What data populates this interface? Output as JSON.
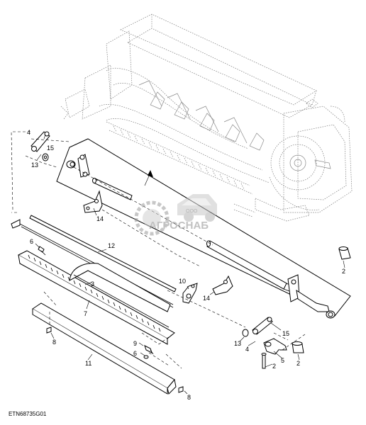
{
  "figure_id": "ETN68735G01",
  "watermark": {
    "small": "ООО",
    "brand": "АГРОСНАБ"
  },
  "callouts": [
    {
      "id": "c4a",
      "label": "4"
    },
    {
      "id": "c15a",
      "label": "15"
    },
    {
      "id": "c13a",
      "label": "13"
    },
    {
      "id": "c14a",
      "label": "14"
    },
    {
      "id": "c6a",
      "label": "6"
    },
    {
      "id": "c12",
      "label": "12"
    },
    {
      "id": "c3",
      "label": "3"
    },
    {
      "id": "c7",
      "label": "7"
    },
    {
      "id": "c8a",
      "label": "8"
    },
    {
      "id": "c11",
      "label": "11"
    },
    {
      "id": "c9",
      "label": "9"
    },
    {
      "id": "c6b",
      "label": "6"
    },
    {
      "id": "c8b",
      "label": "8"
    },
    {
      "id": "c10",
      "label": "10"
    },
    {
      "id": "c14b",
      "label": "14"
    },
    {
      "id": "c2a",
      "label": "2"
    },
    {
      "id": "c15b",
      "label": "15"
    },
    {
      "id": "c13b",
      "label": "13"
    },
    {
      "id": "c4b",
      "label": "4"
    },
    {
      "id": "c5",
      "label": "5"
    },
    {
      "id": "c2b",
      "label": "2"
    },
    {
      "id": "c2c",
      "label": "2"
    }
  ]
}
